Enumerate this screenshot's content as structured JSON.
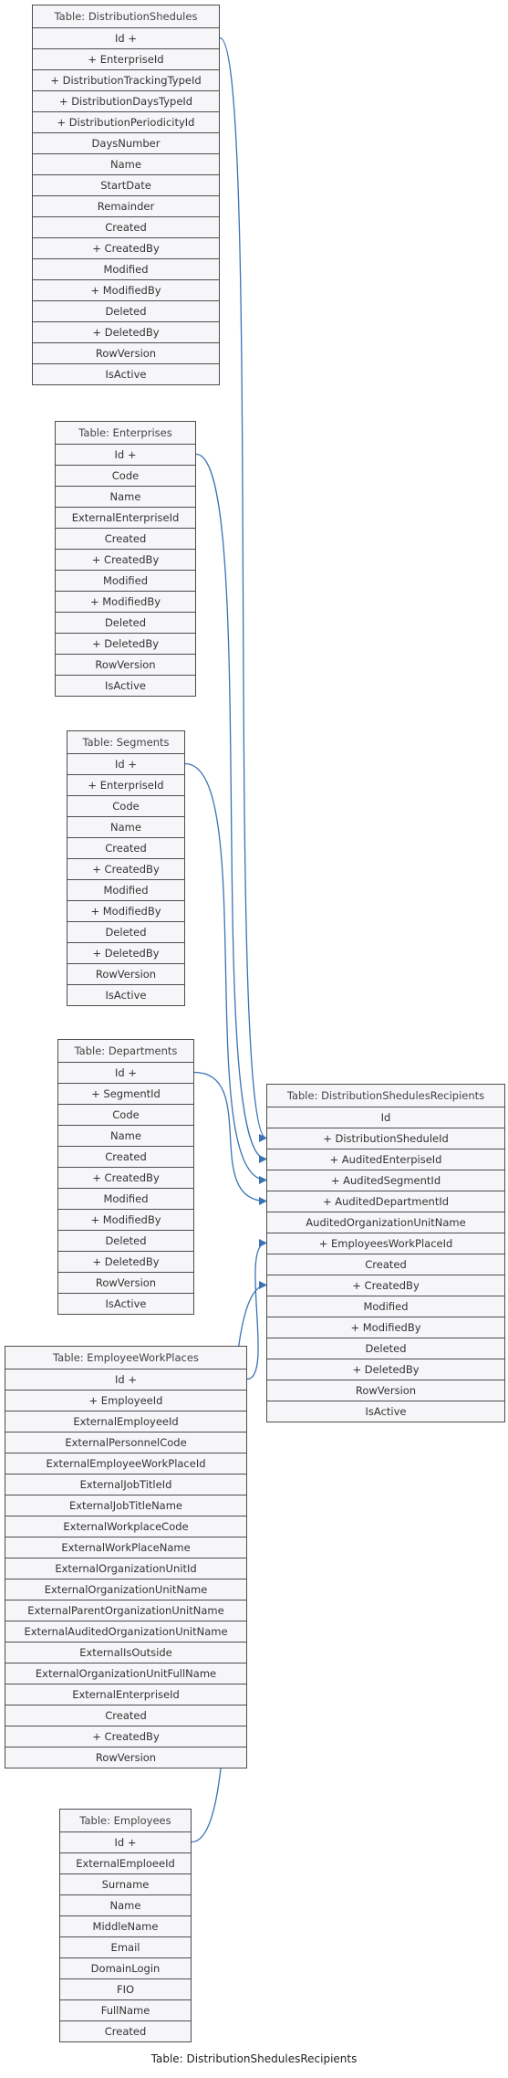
{
  "caption": "Table: DistributionShedulesRecipients",
  "tables": [
    {
      "key": "distributionshedules",
      "title": "Table: DistributionShedules",
      "rows": [
        "Id +",
        "+ EnterpriseId",
        "+ DistributionTrackingTypeId",
        "+ DistributionDaysTypeId",
        "+ DistributionPeriodicityId",
        "DaysNumber",
        "Name",
        "StartDate",
        "Remainder",
        "Created",
        "+ CreatedBy",
        "Modified",
        "+ ModifiedBy",
        "Deleted",
        "+ DeletedBy",
        "RowVersion",
        "IsActive"
      ]
    },
    {
      "key": "enterprises",
      "title": "Table: Enterprises",
      "rows": [
        "Id +",
        "Code",
        "Name",
        "ExternalEnterpriseId",
        "Created",
        "+ CreatedBy",
        "Modified",
        "+ ModifiedBy",
        "Deleted",
        "+ DeletedBy",
        "RowVersion",
        "IsActive"
      ]
    },
    {
      "key": "segments",
      "title": "Table: Segments",
      "rows": [
        "Id +",
        "+ EnterpriseId",
        "Code",
        "Name",
        "Created",
        "+ CreatedBy",
        "Modified",
        "+ ModifiedBy",
        "Deleted",
        "+ DeletedBy",
        "RowVersion",
        "IsActive"
      ]
    },
    {
      "key": "departments",
      "title": "Table: Departments",
      "rows": [
        "Id +",
        "+ SegmentId",
        "Code",
        "Name",
        "Created",
        "+ CreatedBy",
        "Modified",
        "+ ModifiedBy",
        "Deleted",
        "+ DeletedBy",
        "RowVersion",
        "IsActive"
      ]
    },
    {
      "key": "employeeworkplaces",
      "title": "Table: EmployeeWorkPlaces",
      "rows": [
        "Id +",
        "+ EmployeeId",
        "ExternalEmployeeId",
        "ExternalPersonnelCode",
        "ExternalEmployeeWorkPlaceId",
        "ExternalJobTitleId",
        "ExternalJobTitleName",
        "ExternalWorkplaceCode",
        "ExternalWorkPlaceName",
        "ExternalOrganizationUnitId",
        "ExternalOrganizationUnitName",
        "ExternalParentOrganizationUnitName",
        "ExternalAuditedOrganizationUnitName",
        "ExternalIsOutside",
        "ExternalOrganizationUnitFullName",
        "ExternalEnterpriseId",
        "Created",
        "+ CreatedBy",
        "RowVersion"
      ]
    },
    {
      "key": "employees",
      "title": "Table: Employees",
      "rows": [
        "Id +",
        "ExternalEmploeeId",
        "Surname",
        "Name",
        "MiddleName",
        "Email",
        "DomainLogin",
        "FIO",
        "FullName",
        "Created"
      ]
    },
    {
      "key": "recipients",
      "title": "Table: DistributionShedulesRecipients",
      "rows": [
        "Id",
        "+ DistributionSheduleId",
        "+ AuditedEnterpiseId",
        "+ AuditedSegmentId",
        "+ AuditedDepartmentId",
        "AuditedOrganizationUnitName",
        "+ EmployeesWorkPlaceId",
        "Created",
        "+ CreatedBy",
        "Modified",
        "+ ModifiedBy",
        "Deleted",
        "+ DeletedBy",
        "RowVersion",
        "IsActive"
      ]
    }
  ],
  "relations": [
    {
      "from_table": "distributionshedules",
      "from_row": 0,
      "to_table": "recipients",
      "to_row": 1
    },
    {
      "from_table": "enterprises",
      "from_row": 0,
      "to_table": "recipients",
      "to_row": 2
    },
    {
      "from_table": "segments",
      "from_row": 0,
      "to_table": "recipients",
      "to_row": 3
    },
    {
      "from_table": "departments",
      "from_row": 0,
      "to_table": "recipients",
      "to_row": 4
    },
    {
      "from_table": "employeeworkplaces",
      "from_row": 0,
      "to_table": "recipients",
      "to_row": 6
    },
    {
      "from_table": "employees",
      "from_row": 0,
      "to_table": "recipients",
      "to_row": 8
    }
  ],
  "colors": {
    "link": "#3a73b3",
    "border": "#4d4d4d",
    "fill": "#f6f6f9"
  }
}
